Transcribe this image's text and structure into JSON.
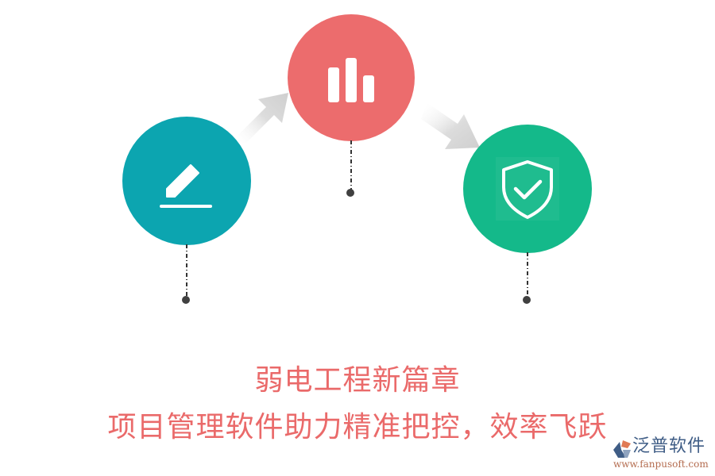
{
  "nodes": [
    {
      "id": "edit",
      "icon": "pencil-icon",
      "color": "#0ca5b0",
      "label": ""
    },
    {
      "id": "chart",
      "icon": "bar-chart-icon",
      "color": "#ec6c6d",
      "label": ""
    },
    {
      "id": "shield",
      "icon": "shield-check-icon",
      "color": "#14b98a",
      "label": ""
    }
  ],
  "arrows": [
    {
      "from": "edit",
      "to": "chart",
      "color": "#d9d9d9"
    },
    {
      "from": "chart",
      "to": "shield",
      "color": "#d9d9d9"
    }
  ],
  "headline": {
    "line1": "弱电工程新篇章",
    "line2": "项目管理软件助力精准把控，效率飞跃",
    "color": "#ea6a6a"
  },
  "watermark": {
    "brand": "泛普软件",
    "url": "www.fanpusoft.com"
  }
}
